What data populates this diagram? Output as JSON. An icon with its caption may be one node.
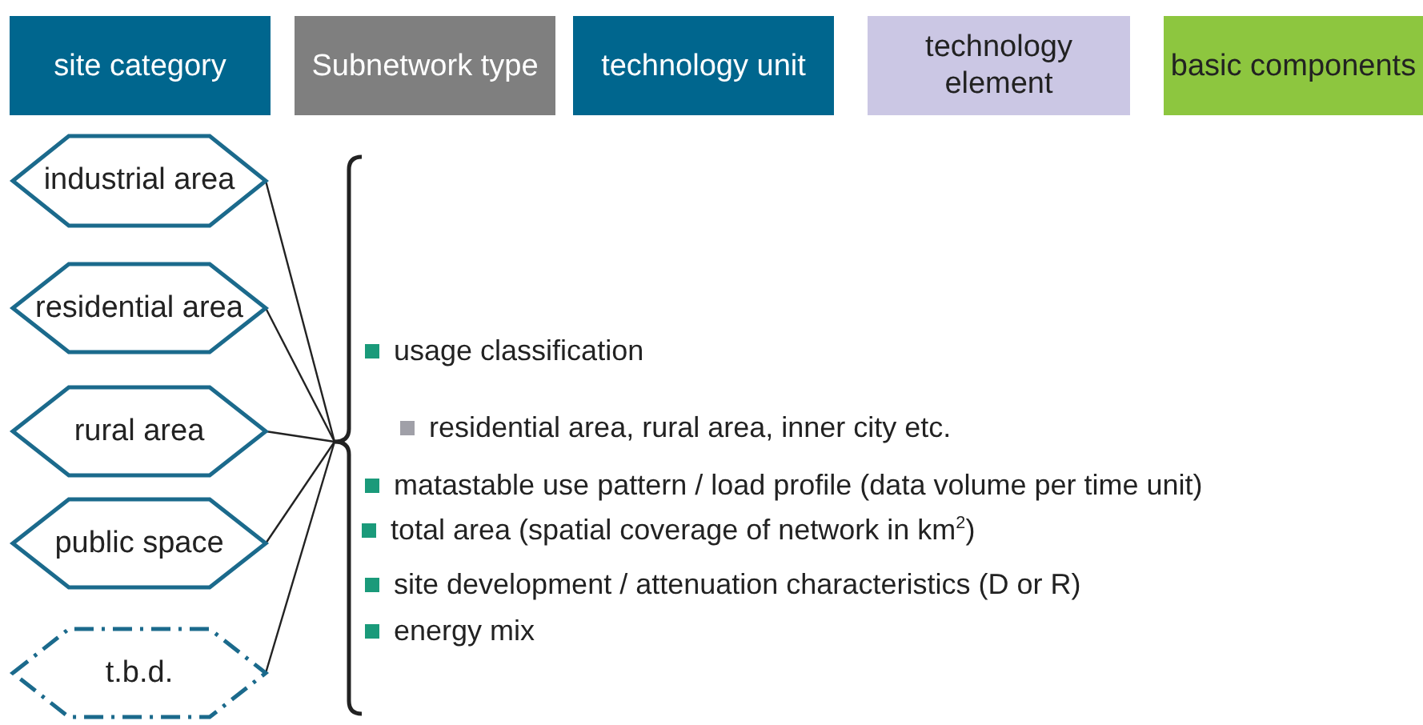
{
  "diagram": {
    "nodes": [
      {
        "text": [
          "site category"
        ]
      },
      {
        "text": [
          "Subnetwork type"
        ]
      },
      {
        "text": [
          "technology unit"
        ]
      },
      {
        "text": [
          "technology element"
        ]
      },
      {
        "text": [
          "basic components"
        ]
      },
      {
        "text": [
          "industrial area"
        ]
      },
      {
        "text": [
          "residential area"
        ]
      },
      {
        "text": [
          "rural area"
        ]
      },
      {
        "text": [
          "public space"
        ]
      },
      {
        "text": [
          "t.b.d."
        ]
      },
      {
        "text": [],
        "shape": "brace"
      }
    ],
    "edges": [
      {
        "from": 5,
        "to": 10,
        "arrow": "none"
      },
      {
        "from": 6,
        "to": 10,
        "arrow": "none"
      },
      {
        "from": 7,
        "to": 10,
        "arrow": "none"
      },
      {
        "from": 8,
        "to": 10,
        "arrow": "none"
      },
      {
        "from": 9,
        "to": 10,
        "arrow": "none"
      }
    ],
    "labels": [
      "usage classification",
      "residential area, rural area, inner city etc.",
      "matastable use pattern / load profile (data volume per time unit)",
      "total area (spatial coverage of network in km$^{2}$)",
      "site development / attenuation characteristics (D or R)",
      "energy mix"
    ]
  }
}
